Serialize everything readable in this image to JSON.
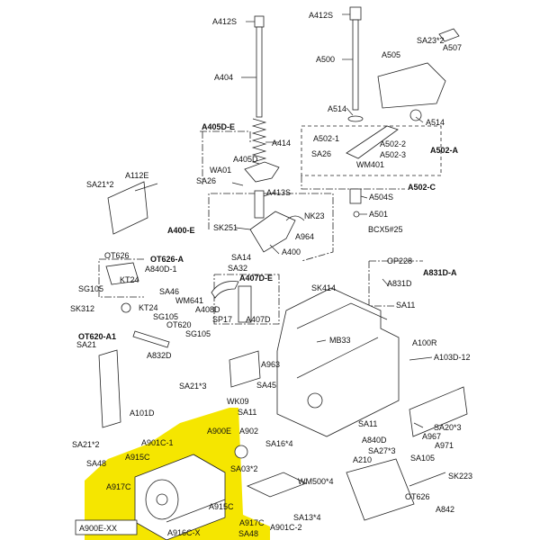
{
  "callouts": [
    {
      "id": "a412s_l",
      "text": "A412S"
    },
    {
      "id": "a412s_r",
      "text": "A412S"
    },
    {
      "id": "a507",
      "text": "A507"
    },
    {
      "id": "sa23",
      "text": "SA23*2"
    },
    {
      "id": "a505",
      "text": "A505"
    },
    {
      "id": "a500",
      "text": "A500"
    },
    {
      "id": "a404",
      "text": "A404"
    },
    {
      "id": "a514_1",
      "text": "A514"
    },
    {
      "id": "a514_2",
      "text": "A514"
    },
    {
      "id": "a405de",
      "text": "A405D-E"
    },
    {
      "id": "a414",
      "text": "A414"
    },
    {
      "id": "a502_1",
      "text": "A502-1"
    },
    {
      "id": "a502_2",
      "text": "A502-2"
    },
    {
      "id": "a502_3",
      "text": "A502-3"
    },
    {
      "id": "a502a",
      "text": "A502-A"
    },
    {
      "id": "a405d",
      "text": "A405D"
    },
    {
      "id": "sa26_r",
      "text": "SA26"
    },
    {
      "id": "wm401",
      "text": "WM401"
    },
    {
      "id": "wa01",
      "text": "WA01"
    },
    {
      "id": "sa26_l",
      "text": "SA26"
    },
    {
      "id": "a502c",
      "text": "A502-C"
    },
    {
      "id": "a112e",
      "text": "A112E"
    },
    {
      "id": "sa21_2",
      "text": "SA21*2"
    },
    {
      "id": "a413s",
      "text": "A413S"
    },
    {
      "id": "a504s",
      "text": "A504S"
    },
    {
      "id": "nk23",
      "text": "NK23"
    },
    {
      "id": "a501",
      "text": "A501"
    },
    {
      "id": "sk251",
      "text": "SK251"
    },
    {
      "id": "a964",
      "text": "A964"
    },
    {
      "id": "a400e",
      "text": "A400-E"
    },
    {
      "id": "bcx5",
      "text": "BCX5#25"
    },
    {
      "id": "a400",
      "text": "A400"
    },
    {
      "id": "ot626",
      "text": "OT626"
    },
    {
      "id": "ot626a",
      "text": "OT626-A"
    },
    {
      "id": "a840d",
      "text": "A840D-1"
    },
    {
      "id": "sa14",
      "text": "SA14"
    },
    {
      "id": "sa32",
      "text": "SA32"
    },
    {
      "id": "op228",
      "text": "OP228"
    },
    {
      "id": "a831da",
      "text": "A831D-A"
    },
    {
      "id": "a407de",
      "text": "A407D-E"
    },
    {
      "id": "kt24_1",
      "text": "KT24"
    },
    {
      "id": "a831d",
      "text": "A831D"
    },
    {
      "id": "sg105_1",
      "text": "SG105"
    },
    {
      "id": "sa46",
      "text": "SA46"
    },
    {
      "id": "sk414",
      "text": "SK414"
    },
    {
      "id": "wm641",
      "text": "WM641"
    },
    {
      "id": "sk312",
      "text": "SK312"
    },
    {
      "id": "kt24_2",
      "text": "KT24"
    },
    {
      "id": "a408d",
      "text": "A408D"
    },
    {
      "id": "sa11_1",
      "text": "SA11"
    },
    {
      "id": "sg105_2",
      "text": "SG105"
    },
    {
      "id": "sp17",
      "text": "SP17"
    },
    {
      "id": "a407d",
      "text": "A407D"
    },
    {
      "id": "ot620",
      "text": "OT620"
    },
    {
      "id": "ot620a",
      "text": "OT620-A1"
    },
    {
      "id": "sg105_3",
      "text": "SG105"
    },
    {
      "id": "mb33",
      "text": "MB33"
    },
    {
      "id": "a100r",
      "text": "A100R"
    },
    {
      "id": "sa21_l",
      "text": "SA21"
    },
    {
      "id": "a832d",
      "text": "A832D"
    },
    {
      "id": "a103d",
      "text": "A103D-12"
    },
    {
      "id": "a963",
      "text": "A963"
    },
    {
      "id": "sa21_3",
      "text": "SA21*3"
    },
    {
      "id": "sa45",
      "text": "SA45"
    },
    {
      "id": "wk09",
      "text": "WK09"
    },
    {
      "id": "sa11_2",
      "text": "SA11"
    },
    {
      "id": "a101d",
      "text": "A101D"
    },
    {
      "id": "sa11_3",
      "text": "SA11"
    },
    {
      "id": "a900e",
      "text": "A900E"
    },
    {
      "id": "a902",
      "text": "A902"
    },
    {
      "id": "sa20_3",
      "text": "SA20*3"
    },
    {
      "id": "a901c1",
      "text": "A901C-1"
    },
    {
      "id": "sa21_2b",
      "text": "SA21*2"
    },
    {
      "id": "a840d2",
      "text": "A840D"
    },
    {
      "id": "sa16",
      "text": "SA16*4"
    },
    {
      "id": "a967",
      "text": "A967"
    },
    {
      "id": "sa27",
      "text": "SA27*3"
    },
    {
      "id": "a971",
      "text": "A971"
    },
    {
      "id": "a915c_1",
      "text": "A915C"
    },
    {
      "id": "sa48_1",
      "text": "SA48"
    },
    {
      "id": "sa03",
      "text": "SA03*2"
    },
    {
      "id": "a210",
      "text": "A210"
    },
    {
      "id": "sa105",
      "text": "SA105"
    },
    {
      "id": "sk223",
      "text": "SK223"
    },
    {
      "id": "a917c_1",
      "text": "A917C"
    },
    {
      "id": "wm500",
      "text": "WM500*4"
    },
    {
      "id": "ot626b",
      "text": "OT626"
    },
    {
      "id": "sa13",
      "text": "SA13*4"
    },
    {
      "id": "a915c_2",
      "text": "A915C"
    },
    {
      "id": "a842",
      "text": "A842"
    },
    {
      "id": "a917c_2",
      "text": "A917C"
    },
    {
      "id": "a901c2",
      "text": "A901C-2"
    },
    {
      "id": "a916c",
      "text": "A916C-X"
    },
    {
      "id": "sa48_2",
      "text": "SA48"
    }
  ],
  "assembly_label": "A900E-XX",
  "colors": {
    "highlight": "#f5e600",
    "line": "#222222",
    "background": "#ffffff"
  }
}
